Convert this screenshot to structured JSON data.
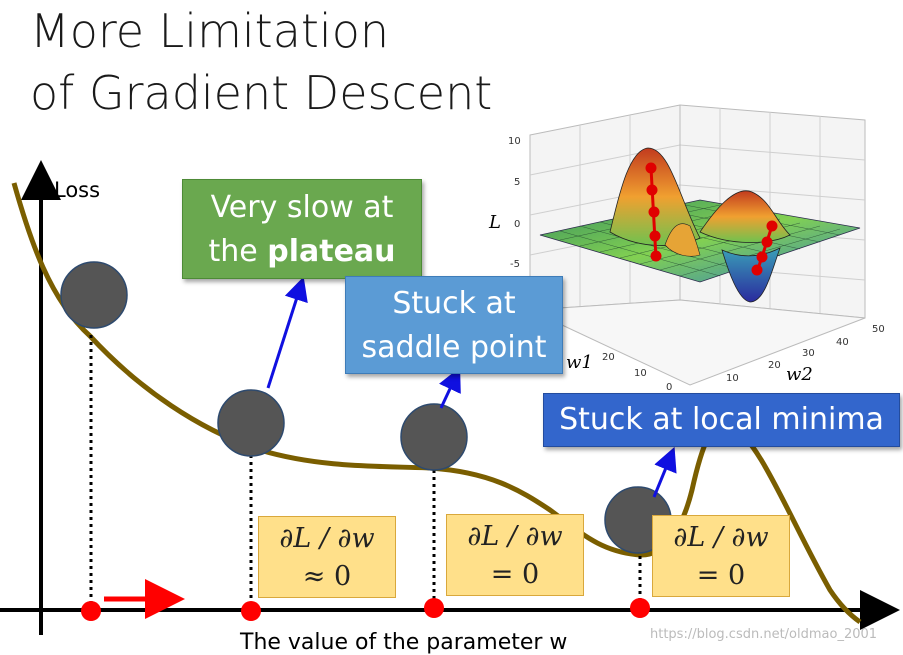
{
  "slide": {
    "title_line1": "More Limitation",
    "title_line2": "of Gradient Descent"
  },
  "axes": {
    "y_label": "Loss",
    "x_label": "The value of the parameter w"
  },
  "callouts": {
    "plateau_line1": "Very slow at",
    "plateau_prefix": "the ",
    "plateau_bold": "plateau",
    "saddle_line1": "Stuck at",
    "saddle_line2": "saddle point",
    "local_minima": "Stuck at local minima"
  },
  "derivatives": {
    "plateau_top": "∂L / ∂w",
    "plateau_bottom": "≈ 0",
    "saddle_top": "∂L / ∂w",
    "saddle_bottom": "= 0",
    "minima_top": "∂L / ∂w",
    "minima_bottom": "= 0"
  },
  "surface_plot": {
    "z_label": "L",
    "w1_label": "w1",
    "w2_label": "w2",
    "z_ticks": [
      "10",
      "5",
      "0",
      "-5"
    ],
    "w1_ticks": [
      "20",
      "10",
      "0"
    ],
    "w2_ticks": [
      "10",
      "20",
      "30",
      "40",
      "50"
    ]
  },
  "watermark": "https://blog.csdn.net/oldmao_2001",
  "colors": {
    "curve": "#7a5e00",
    "ball": "#555555",
    "arrow_blue": "#1010e0",
    "dot_red": "#ff0000",
    "green_box": "#6aa84f",
    "blue_box": "#5b9bd5",
    "dark_blue_box": "#3366cc",
    "deriv_fill": "#ffe08a"
  }
}
